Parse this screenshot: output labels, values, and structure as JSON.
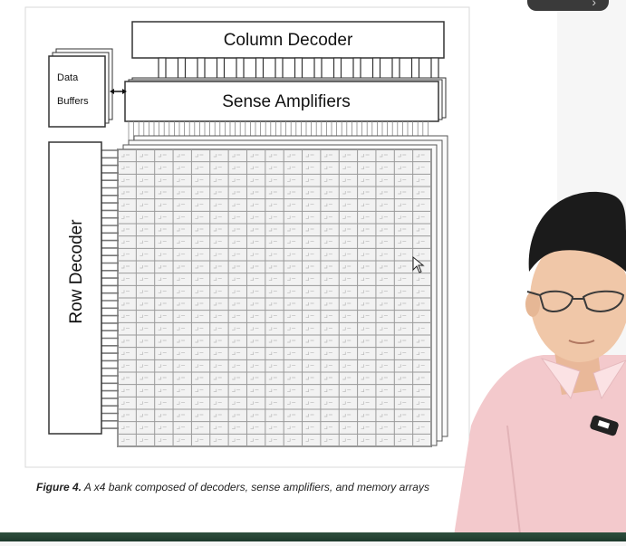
{
  "diagram": {
    "column_decoder_label": "Column Decoder",
    "sense_amplifiers_label": "Sense Amplifiers",
    "data_buffers_line1": "Data",
    "data_buffers_line2": "Buffers",
    "row_decoder_label": "Row Decoder"
  },
  "caption": {
    "figure_label": "Figure 4.",
    "text": " A x4 bank composed of decoders, sense amplifiers, and memory arrays"
  },
  "colors": {
    "outline": "#333333",
    "grid": "#9a9a9a",
    "cell_fill": "#f2f2f2",
    "shirt": "#f3c9cc",
    "skin": "#f0c7a8",
    "hair": "#1b1b1b",
    "bottom_bar": "#2f4f3e"
  },
  "icons": {
    "cursor": "mouse-pointer-icon",
    "arrow": "double-arrow-icon"
  }
}
